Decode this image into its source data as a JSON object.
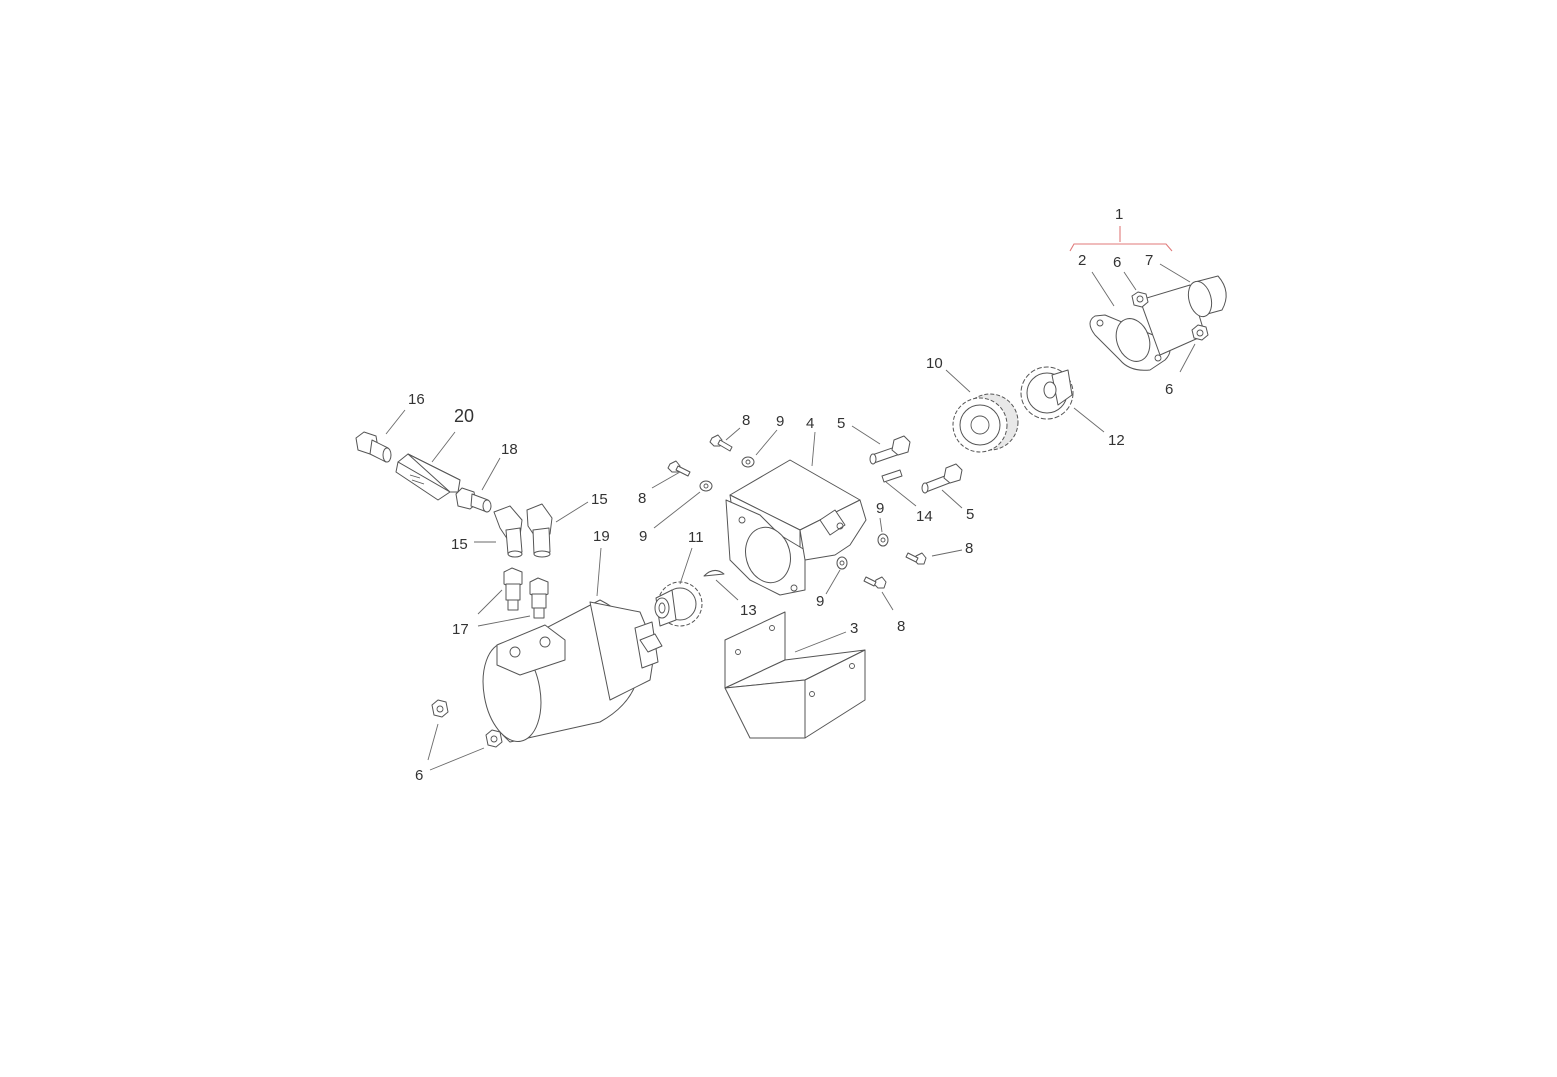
{
  "diagram": {
    "callouts": {
      "c1": "1",
      "c2": "2",
      "c3": "3",
      "c4": "4",
      "c5a": "5",
      "c5b": "5",
      "c6a": "6",
      "c6b": "6",
      "c6c": "6",
      "c7": "7",
      "c8a": "8",
      "c8b": "8",
      "c8c": "8",
      "c8d": "8",
      "c9a": "9",
      "c9b": "9",
      "c9c": "9",
      "c9d": "9",
      "c10": "10",
      "c11": "11",
      "c12": "12",
      "c13": "13",
      "c14": "14",
      "c15a": "15",
      "c15b": "15",
      "c16": "16",
      "c17": "17",
      "c18": "18",
      "c19": "19",
      "c20": "20"
    },
    "colors": {
      "line": "#555555",
      "label": "#333333",
      "assembly_bracket": "#e07a7a"
    }
  }
}
